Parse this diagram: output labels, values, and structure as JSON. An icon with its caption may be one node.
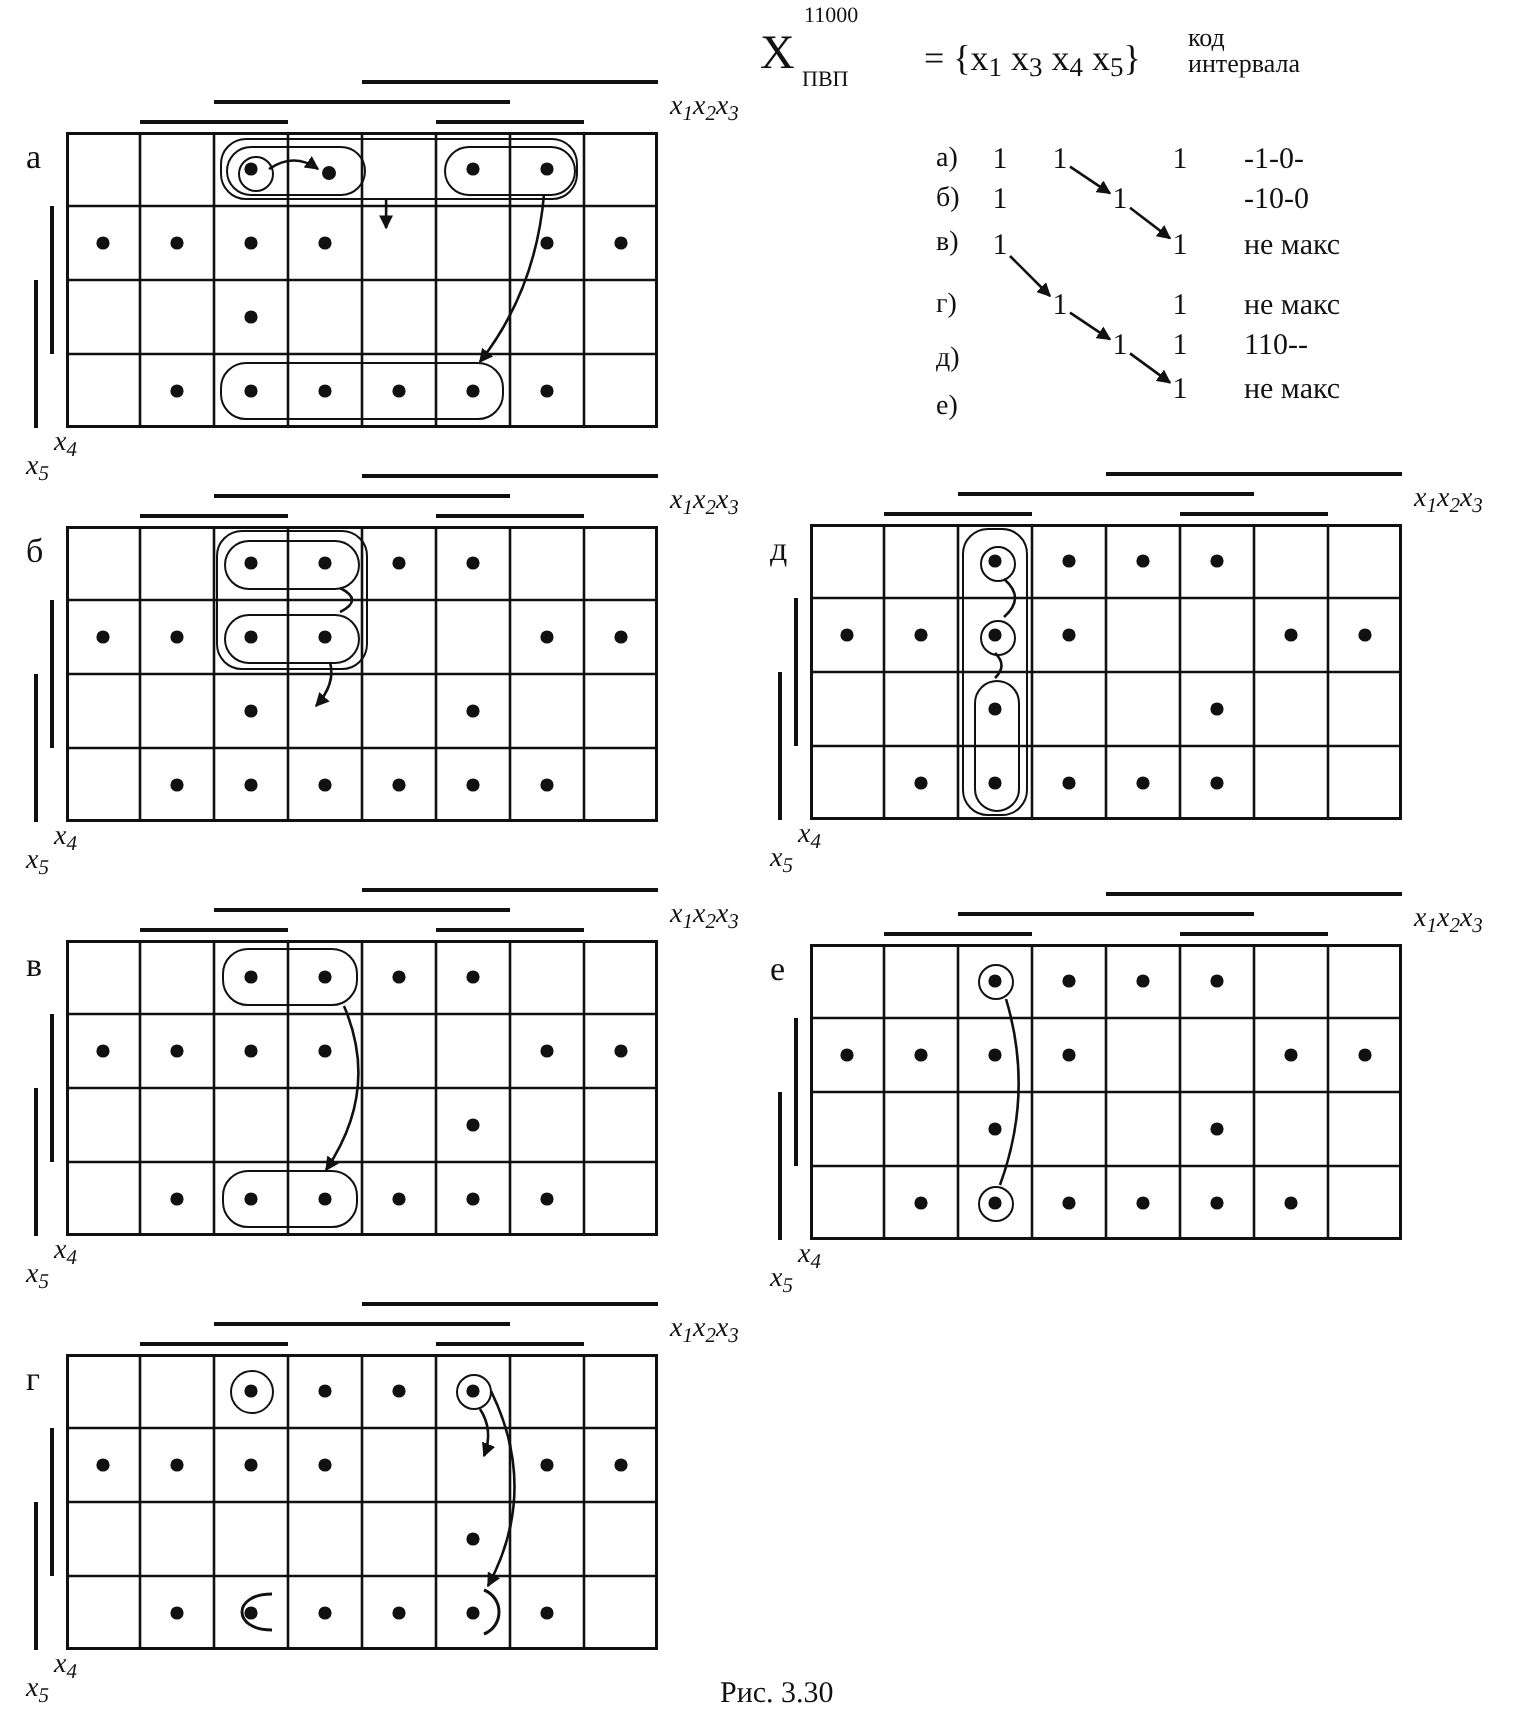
{
  "diagram": {
    "caption": "Рис. 3.30",
    "nodes": [
      {
        "text": [
          "а"
        ],
        "beside": [
          "x$_{1}$x$_{2}$x$_{3}$",
          "x$_{4}$",
          "x$_{5}$"
        ]
      },
      {
        "text": [],
        "shape": "loop",
        "in": 0
      },
      {
        "text": [],
        "shape": "loop",
        "in": 1
      },
      {
        "text": [],
        "shape": "circle",
        "in": 2
      },
      {
        "text": [],
        "shape": "dot",
        "in": 2
      },
      {
        "text": [],
        "shape": "loop",
        "in": 1
      },
      {
        "text": [],
        "shape": "loop",
        "in": 0
      },
      {
        "text": [
          "б"
        ],
        "beside": [
          "x$_{1}$x$_{2}$x$_{3}$",
          "x$_{4}$",
          "x$_{5}$"
        ]
      },
      {
        "text": [],
        "shape": "loop",
        "in": 7
      },
      {
        "text": [],
        "shape": "loop",
        "in": 8
      },
      {
        "text": [],
        "shape": "loop",
        "in": 8
      },
      {
        "text": [
          "в"
        ],
        "beside": [
          "x$_{1}$x$_{2}$x$_{3}$",
          "x$_{4}$",
          "x$_{5}$"
        ]
      },
      {
        "text": [],
        "shape": "loop",
        "in": 11
      },
      {
        "text": [],
        "shape": "loop",
        "in": 11
      },
      {
        "text": [
          "г"
        ],
        "beside": [
          "x$_{1}$x$_{2}$x$_{3}$",
          "x$_{4}$",
          "x$_{5}$"
        ]
      },
      {
        "text": [],
        "shape": "circle",
        "in": 14
      },
      {
        "text": [],
        "shape": "circle",
        "in": 14
      },
      {
        "text": [],
        "shape": "arc",
        "in": 14
      },
      {
        "text": [],
        "shape": "arc",
        "in": 14
      },
      {
        "text": [
          "д"
        ],
        "beside": [
          "x$_{1}$x$_{2}$x$_{3}$",
          "x$_{4}$",
          "x$_{5}$"
        ]
      },
      {
        "text": [],
        "shape": "loop",
        "in": 19
      },
      {
        "text": [],
        "shape": "circle",
        "in": 20
      },
      {
        "text": [],
        "shape": "circle",
        "in": 20
      },
      {
        "text": [],
        "shape": "loop",
        "in": 20
      },
      {
        "text": [
          "е"
        ],
        "beside": [
          "x$_{1}$x$_{2}$x$_{3}$",
          "x$_{4}$",
          "x$_{5}$"
        ]
      },
      {
        "text": [],
        "shape": "circle",
        "in": 24
      },
      {
        "text": [],
        "shape": "circle",
        "in": 24
      },
      {
        "text": [
          "1"
        ]
      },
      {
        "text": [
          "1"
        ]
      },
      {
        "text": [
          "1"
        ]
      },
      {
        "text": [
          "1"
        ]
      },
      {
        "text": [
          "1"
        ]
      },
      {
        "text": [
          "1"
        ]
      },
      {
        "text": [
          "1"
        ]
      }
    ],
    "edges": [
      {
        "from": 3,
        "to": 4,
        "arrow": "to"
      },
      {
        "from": 5,
        "to": 6,
        "arrow": "to"
      },
      {
        "from": 1,
        "to": null,
        "arrow": "to"
      },
      {
        "from": 9,
        "to": 10,
        "arrow": "none"
      },
      {
        "from": 10,
        "to": null,
        "arrow": "to"
      },
      {
        "from": 12,
        "to": 13,
        "arrow": "to"
      },
      {
        "from": 16,
        "to": null,
        "arrow": "to"
      },
      {
        "from": 16,
        "to": 18,
        "arrow": "to"
      },
      {
        "from": 21,
        "to": 22,
        "arrow": "none"
      },
      {
        "from": 22,
        "to": 23,
        "arrow": "none"
      },
      {
        "from": 25,
        "to": 26,
        "arrow": "none"
      },
      {
        "from": 27,
        "to": 28,
        "arrow": "to"
      },
      {
        "from": 28,
        "to": 30,
        "arrow": "to"
      },
      {
        "from": 29,
        "to": 31,
        "arrow": "to"
      },
      {
        "from": 31,
        "to": 32,
        "arrow": "to"
      },
      {
        "from": 32,
        "to": 33,
        "arrow": "to"
      }
    ],
    "labels": [
      "X",
      "11000",
      "ПВП",
      "= {x$_{1}$ x$_{3}$ x$_{4}$ x$_{5}$}",
      "код интервала",
      "а)",
      "1",
      "1",
      "-1-0-",
      "б)",
      "1",
      "-10-0",
      "в)",
      "не макс",
      "г)",
      "1",
      "не макс",
      "д)",
      "1",
      "110--",
      "е)",
      "не макс"
    ]
  }
}
